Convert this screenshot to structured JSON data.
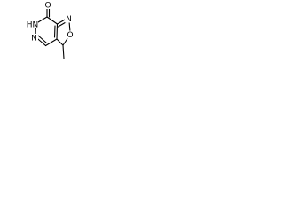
{
  "molecule": {
    "atoms": {
      "O_carbonyl": "O",
      "NH": "HN",
      "N_pyridazine": "N",
      "O_ring": "O",
      "N_isoxazole": "N"
    }
  },
  "colors": {
    "bond": "#000000",
    "text": "#000000",
    "background": "#ffffff"
  }
}
